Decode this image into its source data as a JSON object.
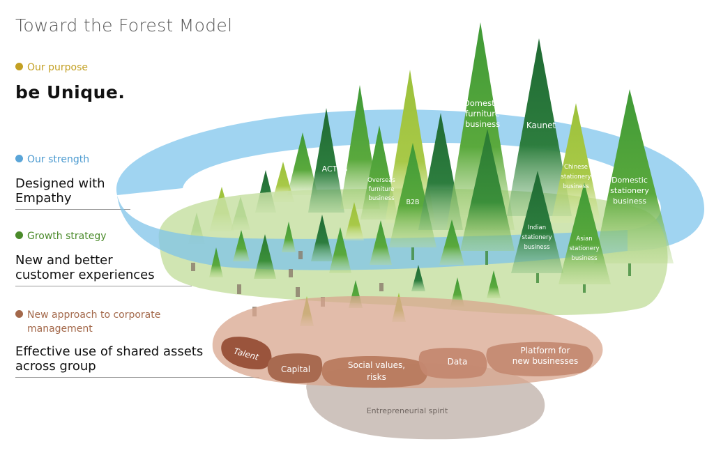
{
  "title": "Toward the Forest Model",
  "sections": {
    "purpose": {
      "heading": "Our purpose",
      "statement": "be Unique.",
      "color": "#c3a023"
    },
    "strength": {
      "heading": "Our strength",
      "statement_line1": "Designed with",
      "statement_line2": "Empathy",
      "color": "#5aa5d8"
    },
    "growth": {
      "heading": "Growth strategy",
      "statement_line1": "New and better",
      "statement_line2": "customer experiences",
      "color": "#4a8a2a"
    },
    "management": {
      "heading_line1": "New approach to corporate",
      "heading_line2": "management",
      "statement_line1": "Effective use of shared assets",
      "statement_line2": "across group",
      "color": "#a3684a"
    }
  },
  "trees": {
    "actus": "ACTUS",
    "overseas": [
      "Overseas",
      "furniture",
      "business"
    ],
    "b2b": "B2B",
    "domestic_furniture": [
      "Domestic",
      "furniture",
      "business"
    ],
    "kaunet": "Kaunet",
    "chinese": [
      "Chinese",
      "stationery",
      "business"
    ],
    "domestic_stationery": [
      "Domestic",
      "stationery",
      "business"
    ],
    "indian": [
      "Indian",
      "stationery",
      "business"
    ],
    "asian": [
      "Asian",
      "stationery",
      "business"
    ]
  },
  "assets": {
    "talent": "Talent",
    "capital": "Capital",
    "social": [
      "Social values,",
      "risks"
    ],
    "data": "Data",
    "platform": [
      "Platform for",
      "new businesses"
    ],
    "entrepreneurial": "Entrepreneurial spirit"
  },
  "colors": {
    "blue_ring": "#8fcdef",
    "green_layer": "#c8e0a4",
    "brown_layer": "#d8b09a",
    "grey_layer": "#c9bdb6",
    "tree_dark": "#2f7d35",
    "tree_light": "#a9c93a"
  }
}
